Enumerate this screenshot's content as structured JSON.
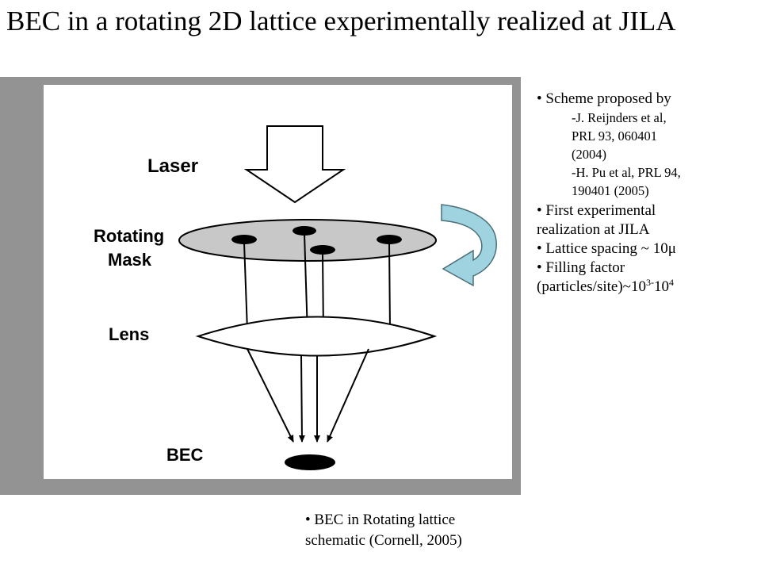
{
  "title": "BEC in a rotating 2D lattice experimentally realized at JILA",
  "figure": {
    "labels": {
      "laser": "Laser",
      "rotating": "Rotating",
      "mask": "Mask",
      "lens": "Lens",
      "bec": "BEC"
    },
    "colors": {
      "panel_gray": "#939393",
      "mask_fill": "#c8c8c8",
      "rotation_arrow": "#9fd3df"
    }
  },
  "notes": {
    "item1": "• Scheme proposed by",
    "ref1_line1": "-J. Reijnders et al,",
    "ref1_line2": "PRL 93, 060401",
    "ref1_line3": "(2004)",
    "ref2_line1": "-H. Pu et al, PRL 94,",
    "ref2_line2": "190401 (2005)",
    "item2_line1": "• First experimental",
    "item2_line2": "realization at JILA",
    "item3": "• Lattice spacing ~ 10μ",
    "item4_prefix": "• Filling factor",
    "item4_line2": "(particles/site)~10",
    "item4_exp1": "3",
    "item4_dash": "-",
    "item4_base2": "10",
    "item4_exp2": "4"
  },
  "caption": {
    "line1": "• BEC in Rotating lattice",
    "line2": "schematic (Cornell, 2005)"
  }
}
